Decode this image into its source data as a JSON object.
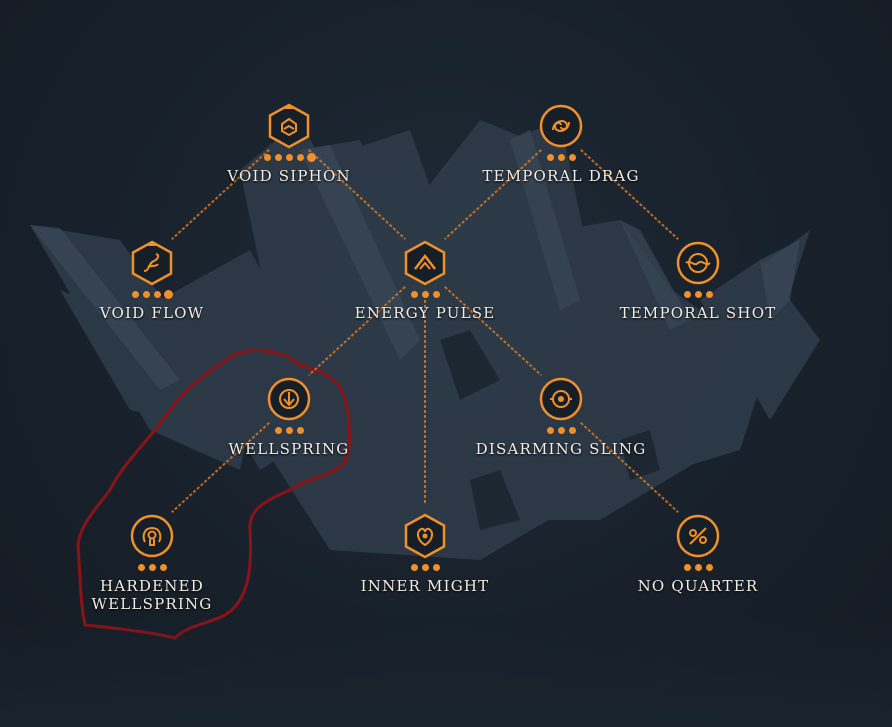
{
  "colors": {
    "accent": "#f0902a",
    "connector": "#d97a22",
    "label": "#f2ede4",
    "background": "#18212b",
    "crystal": "#2f3c4b",
    "highlight_outline": "#8b1318"
  },
  "skill_tree": {
    "nodes": [
      {
        "id": "void-siphon",
        "label": "VOID SIPHON",
        "label_line2": "",
        "icon": "chevron-shield-icon",
        "shape": "hexagon",
        "pips": 4,
        "pip_burst": true
      },
      {
        "id": "temporal-drag",
        "label": "TEMPORAL DRAG",
        "label_line2": "",
        "icon": "swirl-icon",
        "shape": "circle",
        "pips": 3,
        "pip_burst": false
      },
      {
        "id": "void-flow",
        "label": "VOID FLOW",
        "label_line2": "",
        "icon": "wave-flow-icon",
        "shape": "hexagon",
        "pips": 3,
        "pip_burst": true
      },
      {
        "id": "energy-pulse",
        "label": "ENERGY PULSE",
        "label_line2": "",
        "icon": "pulse-arrow-icon",
        "shape": "hexagon",
        "pips": 3,
        "pip_burst": false
      },
      {
        "id": "temporal-shot",
        "label": "TEMPORAL SHOT",
        "label_line2": "",
        "icon": "target-wave-icon",
        "shape": "circle",
        "pips": 3,
        "pip_burst": false
      },
      {
        "id": "wellspring",
        "label": "WELLSPRING",
        "label_line2": "",
        "icon": "down-arrow-circle-icon",
        "shape": "circle",
        "pips": 3,
        "pip_burst": false
      },
      {
        "id": "disarming-sling",
        "label": "DISARMING SLING",
        "label_line2": "",
        "icon": "sling-ring-icon",
        "shape": "circle",
        "pips": 3,
        "pip_burst": false
      },
      {
        "id": "hardened-wellspring",
        "label": "HARDENED",
        "label_line2": "WELLSPRING",
        "icon": "keyhole-shield-icon",
        "shape": "circle",
        "pips": 3,
        "pip_burst": false
      },
      {
        "id": "inner-might",
        "label": "INNER MIGHT",
        "label_line2": "",
        "icon": "flame-heart-icon",
        "shape": "hexagon",
        "pips": 3,
        "pip_burst": false
      },
      {
        "id": "no-quarter",
        "label": "NO QUARTER",
        "label_line2": "",
        "icon": "crossed-blades-icon",
        "shape": "circle",
        "pips": 3,
        "pip_burst": false
      }
    ],
    "connections": [
      [
        "void-siphon",
        "void-flow"
      ],
      [
        "void-siphon",
        "energy-pulse"
      ],
      [
        "temporal-drag",
        "energy-pulse"
      ],
      [
        "temporal-drag",
        "temporal-shot"
      ],
      [
        "energy-pulse",
        "wellspring"
      ],
      [
        "energy-pulse",
        "disarming-sling"
      ],
      [
        "energy-pulse",
        "inner-might"
      ],
      [
        "wellspring",
        "hardened-wellspring"
      ],
      [
        "disarming-sling",
        "no-quarter"
      ]
    ],
    "highlighted_node": "hardened-wellspring"
  }
}
